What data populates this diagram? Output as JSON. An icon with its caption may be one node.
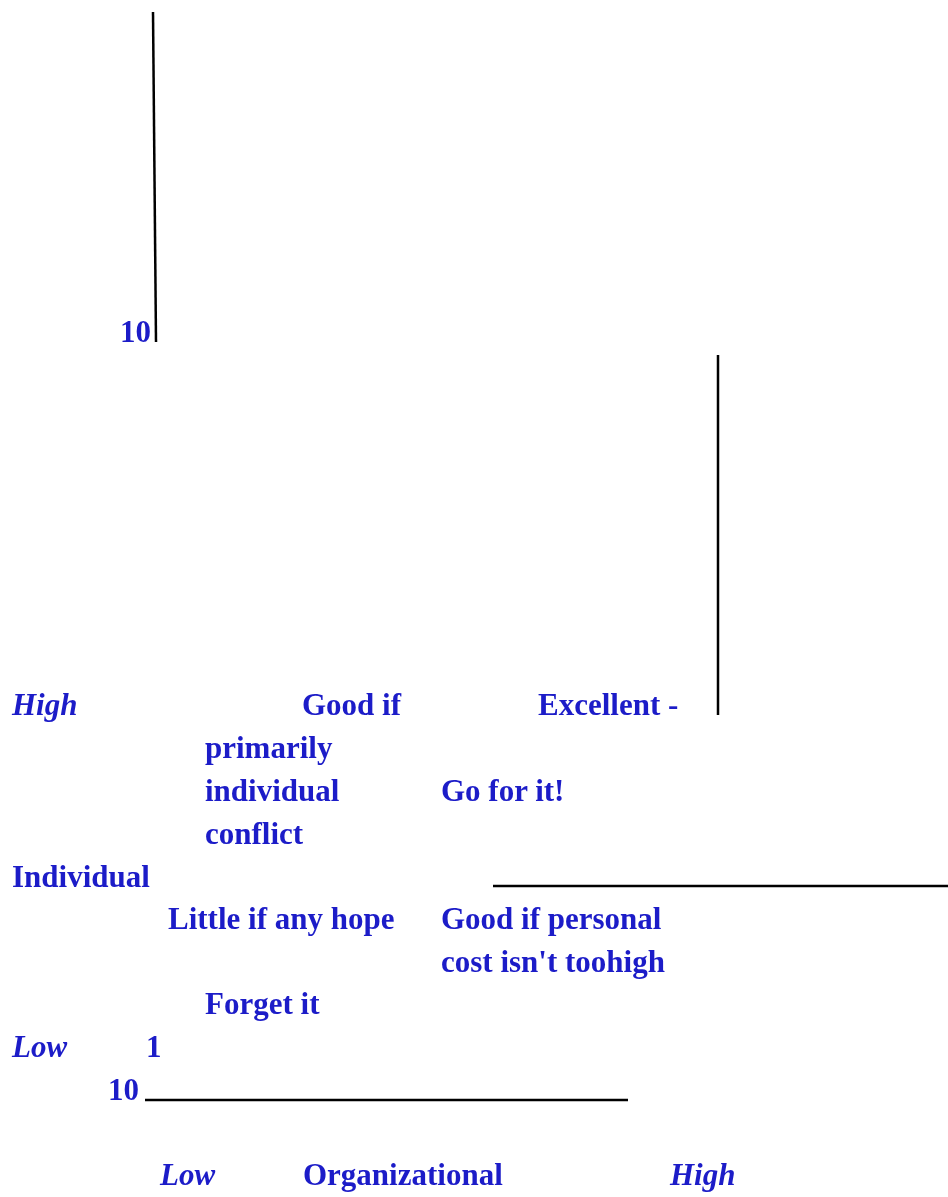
{
  "diagram": {
    "labels": [
      "10",
      "High",
      "Good if primarily individual conflict",
      "Excellent -",
      "Go for it!",
      "Individual",
      "Little if any hope",
      "Good if personal cost isn't toohigh",
      "Forget it",
      "Low",
      "1",
      "10",
      "Low",
      "Organizational",
      "High"
    ]
  }
}
